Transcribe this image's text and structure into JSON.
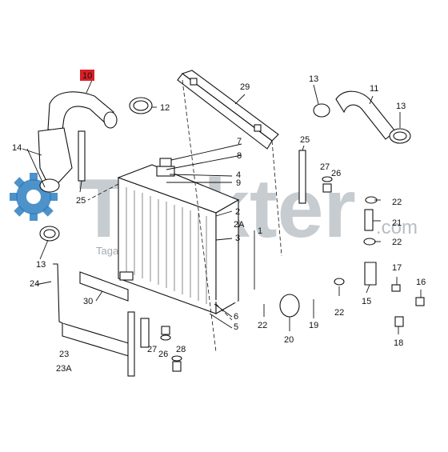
{
  "watermark": {
    "brand": "Trakter",
    "domain": ".com",
    "subtitle": "Tagarakidis",
    "gear_color": "#2f7fc1"
  },
  "highlight": {
    "label": "10",
    "color": "#d81f26"
  },
  "callouts": [
    "1",
    "2",
    "2A",
    "3",
    "4",
    "5",
    "6",
    "7",
    "8",
    "9",
    "11",
    "12",
    "13",
    "13",
    "13",
    "14",
    "15",
    "16",
    "17",
    "18",
    "19",
    "20",
    "21",
    "21",
    "22",
    "22",
    "22",
    "22",
    "23",
    "23A",
    "24",
    "25",
    "25",
    "26",
    "26",
    "27",
    "27",
    "28",
    "29",
    "30"
  ]
}
